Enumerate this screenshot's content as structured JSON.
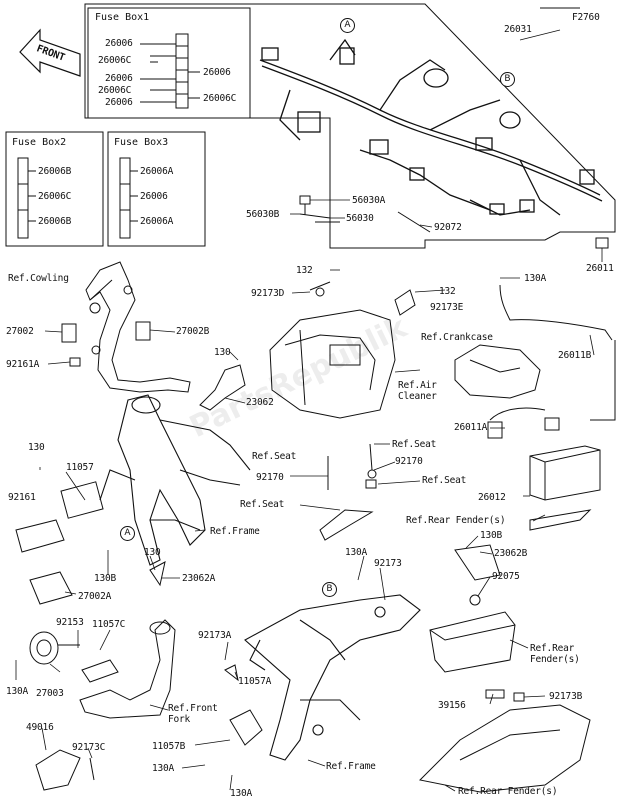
{
  "figure_id": "F2760",
  "front_label": "FRONT",
  "watermark": "PartsRepublik",
  "fuse_box_1": {
    "title": "Fuse Box1",
    "left_parts": [
      "26006",
      "26006C",
      "26006",
      "26006C",
      "26006"
    ],
    "right_parts": [
      "26006",
      "26006C"
    ]
  },
  "fuse_box_2": {
    "title": "Fuse Box2",
    "parts": [
      "26006B",
      "26006C",
      "26006B"
    ]
  },
  "fuse_box_3": {
    "title": "Fuse Box3",
    "parts": [
      "26006A",
      "26006",
      "26006A"
    ]
  },
  "callouts": {
    "a": "A",
    "b": "B"
  },
  "labels": {
    "p26031": "26031",
    "p56030A": "56030A",
    "p56030B": "56030B",
    "p56030": "56030",
    "p92072": "92072",
    "p26011": "26011",
    "ref_cowling": "Ref.Cowling",
    "p132_top": "132",
    "p92173D": "92173D",
    "p130A_top": "130A",
    "p132_mid": "132",
    "p92173E": "92173E",
    "p27002": "27002",
    "p27002B": "27002B",
    "ref_crankcase": "Ref.Crankcase",
    "p26011B": "26011B",
    "p92161A": "92161A",
    "p130_a": "130",
    "ref_air_cleaner": "Ref.Air\nCleaner",
    "p23062": "23062",
    "p26011A": "26011A",
    "ref_seat_1": "Ref.Seat",
    "p130_left": "130",
    "p11057": "11057",
    "ref_seat_2": "Ref.Seat",
    "p92170_l": "92170",
    "p92170_r": "92170",
    "ref_seat_3": "Ref.Seat",
    "p26012": "26012",
    "p92161": "92161",
    "ref_seat_4": "Ref.Seat",
    "ref_rear_fender_top": "Ref.Rear Fender(s)",
    "ref_frame_1": "Ref.Frame",
    "p130B_r": "130B",
    "p130": "130",
    "p130B": "130B",
    "p23062A": "23062A",
    "p130A_mid": "130A",
    "p92173": "92173",
    "p23062B": "23062B",
    "p27002A": "27002A",
    "p92075": "92075",
    "p92153": "92153",
    "p11057C": "11057C",
    "p92173A": "92173A",
    "ref_rear_fender_mid": "Ref.Rear\nFender(s)",
    "p130A_left": "130A",
    "p27003": "27003",
    "p11057A": "11057A",
    "ref_front_fork": "Ref.Front\nFork",
    "p49016": "49016",
    "p39156": "39156",
    "p92173B": "92173B",
    "p92173C": "92173C",
    "p11057B": "11057B",
    "p130A_bot": "130A",
    "ref_frame_2": "Ref.Frame",
    "p130A_bottom": "130A",
    "ref_rear_fender_bot": "Ref.Rear Fender(s)"
  }
}
